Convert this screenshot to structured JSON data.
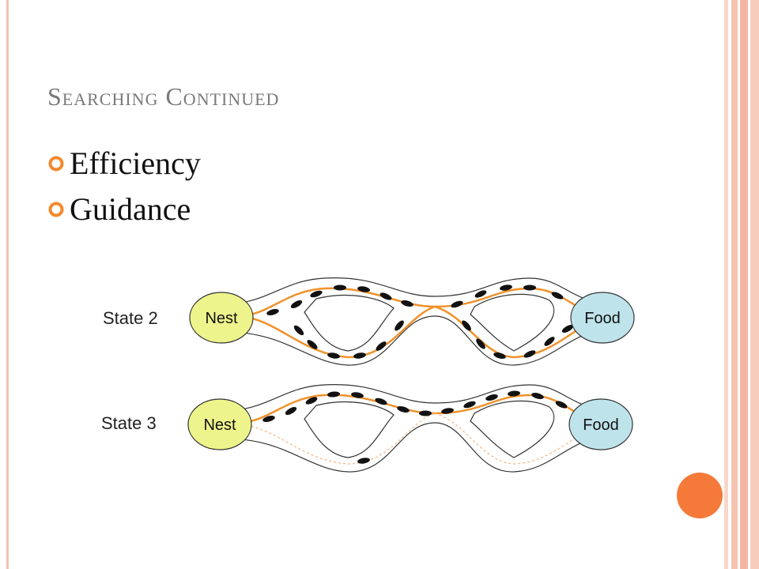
{
  "slide": {
    "title": "Searching Continued",
    "bullets": [
      "Efficiency",
      "Guidance"
    ]
  },
  "diagram": {
    "rows": [
      {
        "state_label": "State 2",
        "nest_label": "Nest",
        "food_label": "Food"
      },
      {
        "state_label": "State 3",
        "nest_label": "Nest",
        "food_label": "Food"
      }
    ]
  },
  "colors": {
    "accent": "#f57a3a",
    "trail": "#f0922b",
    "nest": "#eef48c",
    "food": "#bfe3ea",
    "title": "#7a7a7a"
  }
}
